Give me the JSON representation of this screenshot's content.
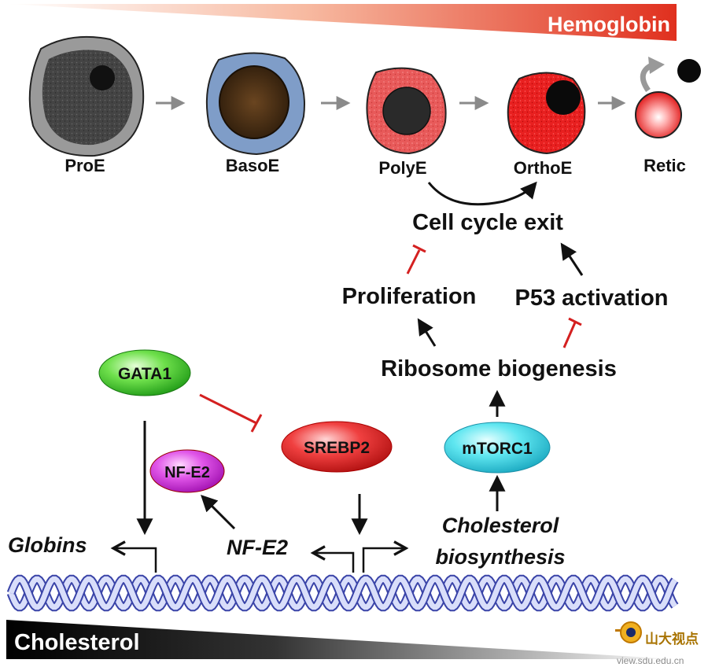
{
  "gradients": {
    "hemoglobin_label": "Hemoglobin",
    "hemoglobin_color": "#e0301e",
    "cholesterol_label": "Cholesterol",
    "cholesterol_color": "#000000"
  },
  "cells": [
    {
      "label": "ProE"
    },
    {
      "label": "BasoE"
    },
    {
      "label": "PolyE"
    },
    {
      "label": "OrthoE"
    },
    {
      "label": "Retic"
    }
  ],
  "pathway": {
    "cell_cycle_exit": "Cell cycle exit",
    "proliferation": "Proliferation",
    "p53_activation": "P53 activation",
    "ribosome_biogenesis": "Ribosome biogenesis"
  },
  "nodes": {
    "gata1": "GATA1",
    "srebp2": "SREBP2",
    "mtorc1": "mTORC1",
    "nfe2_protein": "NF-E2"
  },
  "genes": {
    "globins": "Globins",
    "nfe2_gene": "NF-E2",
    "cholesterol_line1": "Cholesterol",
    "cholesterol_line2": "biosynthesis"
  },
  "watermark": {
    "title": "山大视点",
    "url": "view.sdu.edu.cn"
  },
  "colors": {
    "inhibit": "#d42020",
    "activate": "#111111",
    "dna_light": "#d9defa",
    "dna_dark": "#3a44a8"
  }
}
